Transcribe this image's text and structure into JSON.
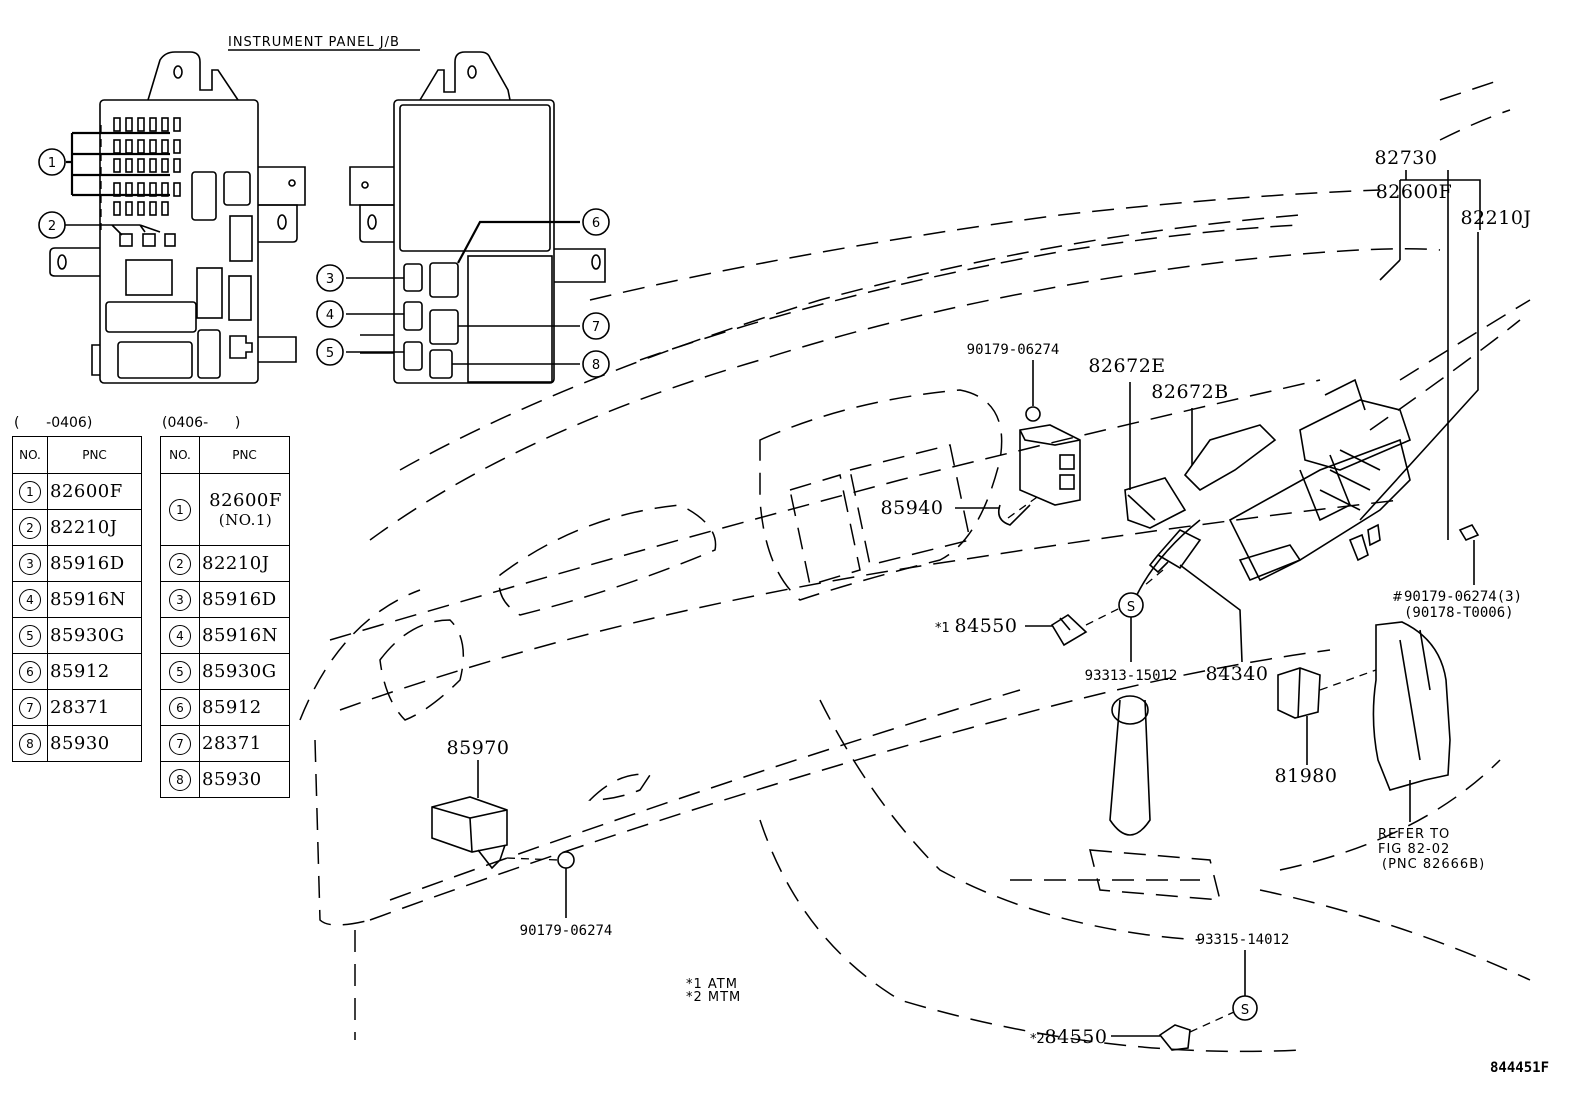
{
  "title": "INSTRUMENT PANEL J/B",
  "figure_code": "844451F",
  "callouts": {
    "left_box": [
      "1",
      "2"
    ],
    "right_box": [
      "3",
      "4",
      "5",
      "6",
      "7",
      "8"
    ]
  },
  "tables": [
    {
      "caption": "(      -0406)",
      "headers": [
        "NO.",
        "PNC"
      ],
      "rows": [
        {
          "no": "1",
          "pnc": "82600F",
          "sub": ""
        },
        {
          "no": "2",
          "pnc": "82210J",
          "sub": ""
        },
        {
          "no": "3",
          "pnc": "85916D",
          "sub": ""
        },
        {
          "no": "4",
          "pnc": "85916N",
          "sub": ""
        },
        {
          "no": "5",
          "pnc": "85930G",
          "sub": ""
        },
        {
          "no": "6",
          "pnc": "85912",
          "sub": ""
        },
        {
          "no": "7",
          "pnc": "28371",
          "sub": ""
        },
        {
          "no": "8",
          "pnc": "85930",
          "sub": ""
        }
      ]
    },
    {
      "caption": "(0406-      )",
      "headers": [
        "NO.",
        "PNC"
      ],
      "rows": [
        {
          "no": "1",
          "pnc": "82600F",
          "sub": "(NO.1)"
        },
        {
          "no": "2",
          "pnc": "82210J",
          "sub": ""
        },
        {
          "no": "3",
          "pnc": "85916D",
          "sub": ""
        },
        {
          "no": "4",
          "pnc": "85916N",
          "sub": ""
        },
        {
          "no": "5",
          "pnc": "85930G",
          "sub": ""
        },
        {
          "no": "6",
          "pnc": "85912",
          "sub": ""
        },
        {
          "no": "7",
          "pnc": "28371",
          "sub": ""
        },
        {
          "no": "8",
          "pnc": "85930",
          "sub": ""
        }
      ]
    }
  ],
  "part_labels": {
    "p82730": "82730",
    "p82600F": "82600F",
    "p82210J": "82210J",
    "p90179_top": "90179-06274",
    "p82672E": "82672E",
    "p82672B": "82672B",
    "p85940": "85940",
    "p84550_atm": "84550",
    "p84550_atm_mark": "*1",
    "p93313": "93313-15012",
    "p84340": "84340",
    "p90179_clip": "90179-06274(3)",
    "p90179_clip_mark": "#",
    "p90178": "(90178-T0006)",
    "p81980": "81980",
    "p85970": "85970",
    "p90179_bottom": "90179-06274",
    "p93315": "93315-14012",
    "p84550_mtm": "84550",
    "p84550_mtm_mark": "*2",
    "screw_symbol": "S"
  },
  "refer_note": {
    "line1": "REFER TO",
    "line2": "FIG 82-02",
    "line3": "(PNC 82666B)"
  },
  "footnotes": {
    "f1": "*1 ATM",
    "f2": "*2 MTM"
  }
}
